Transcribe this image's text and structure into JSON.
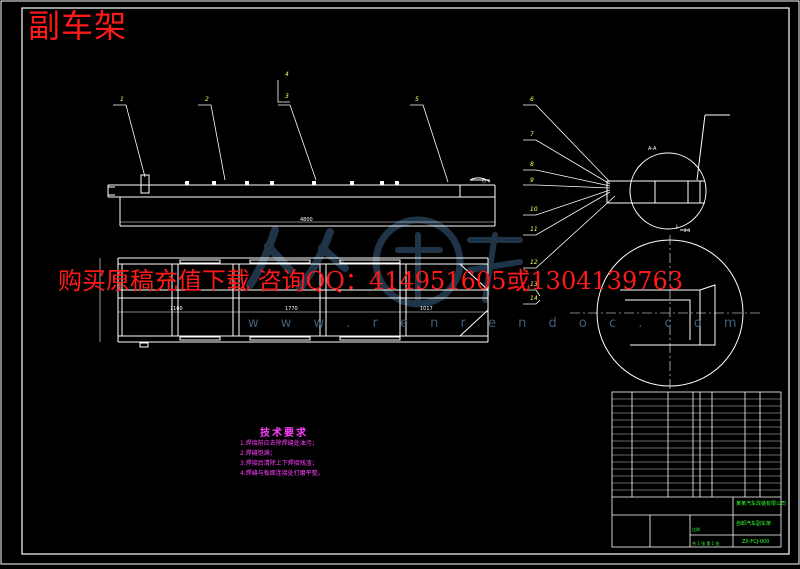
{
  "title": "副车架",
  "banner": "购买原稿充值下载 咨询QQ：414951605或1304139763",
  "watermark_url": "w w w . r e n r e n d o c . c o m",
  "tech_requirements": {
    "heading": "技术要求",
    "notes": [
      "1.焊接前应去除焊缝处油污；",
      "2.焊缝饱满；",
      "3.焊接后清除上下焊接残渣；",
      "4.焊缝与板面连接处打磨平整。"
    ]
  },
  "callouts": [
    "1",
    "2",
    "3",
    "4",
    "5",
    "6",
    "7",
    "8",
    "9",
    "10",
    "11",
    "12",
    "13",
    "14"
  ],
  "dimensions": {
    "overall_length": "4800",
    "span_left": "1160",
    "span_mid": "1770",
    "span_right": "1017",
    "section_label": "A-A",
    "detail_label": "I",
    "detail_scale": "2:1"
  },
  "title_block": {
    "company": "某某汽车改装有限公司",
    "drawing_name": "自卸汽车副车架",
    "drawing_no": "ZX-FCJ-000",
    "scale_label": "比例",
    "sheet_label": "共 1 张  第 1 张"
  },
  "colors": {
    "background": "#000000",
    "lines": "#ffffff",
    "title": "#ff1a1a",
    "annotation": "#ff40ff",
    "callout": "#ffff66",
    "table_text": "#33ff33",
    "watermark": "#3b5f82"
  }
}
